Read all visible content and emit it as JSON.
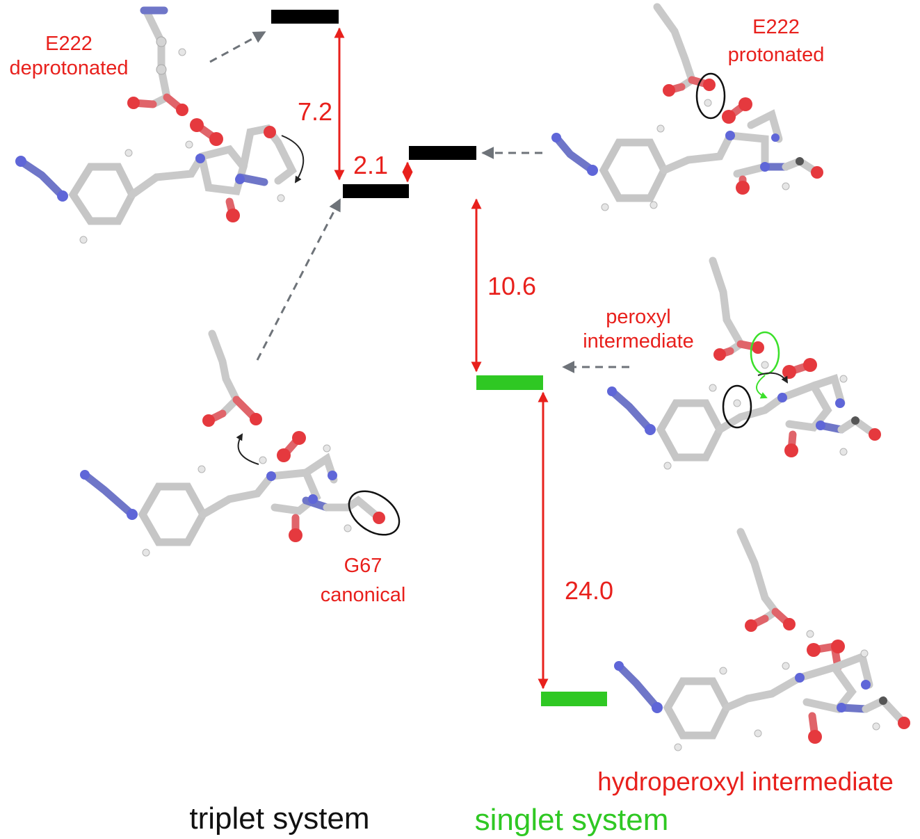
{
  "labels": {
    "e222_deprotonated": [
      "E222",
      "deprotonated"
    ],
    "e222_protonated": [
      "E222",
      "protonated"
    ],
    "peroxyl_intermediate": [
      "peroxyl",
      "intermediate"
    ],
    "g67_canonical": [
      "G67",
      "canonical"
    ],
    "hydroperoxyl_intermediate": "hydroperoxyl intermediate"
  },
  "energy_values": {
    "gap_1": "7.2",
    "gap_2": "2.1",
    "gap_3": "10.6",
    "gap_4": "24.0"
  },
  "legend": {
    "triplet": "triplet system",
    "singlet": "singlet system"
  },
  "colors": {
    "triplet_level": "#000000",
    "singlet_level": "#2fc823",
    "annotation": "#e8201c",
    "pointer_arrow": "#6e7379",
    "nitrogen": "#5f66d8",
    "oxygen": "#e5393e",
    "carbon": "#d4d4d4"
  }
}
